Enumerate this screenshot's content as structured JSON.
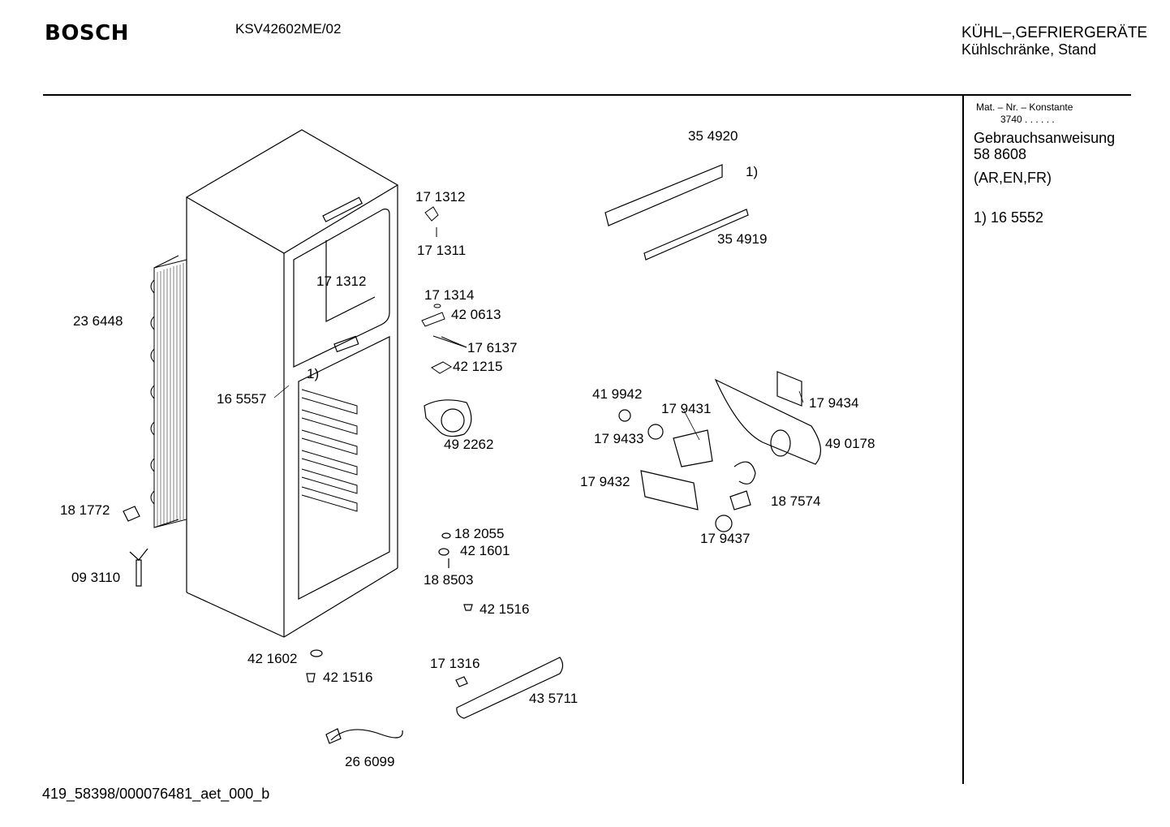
{
  "header": {
    "brand": "BOSCH",
    "model": "KSV42602ME/02",
    "category_line1": "KÜHL–,GEFRIERGERÄTE",
    "category_line2": "Kühlschränke, Stand"
  },
  "sidebar": {
    "mat_label": "Mat. – Nr. – Konstante",
    "mat_value": "3740 .  .   .  .  .  .",
    "manual_label": "Gebrauchsanweisung",
    "manual_number": "58 8608",
    "languages": "(AR,EN,FR)",
    "note": "1)  16 5552"
  },
  "parts": [
    {
      "id": "354920",
      "label": "35 4920"
    },
    {
      "id": "note1a",
      "label": "1)"
    },
    {
      "id": "354919",
      "label": "35 4919"
    },
    {
      "id": "171312a",
      "label": "17 1312"
    },
    {
      "id": "171311",
      "label": "17 1311"
    },
    {
      "id": "171312b",
      "label": "17 1312"
    },
    {
      "id": "171314",
      "label": "17 1314"
    },
    {
      "id": "420613",
      "label": "42 0613"
    },
    {
      "id": "176137",
      "label": "17 6137"
    },
    {
      "id": "421215",
      "label": "42 1215"
    },
    {
      "id": "236448",
      "label": "23 6448"
    },
    {
      "id": "note1b",
      "label": "1)"
    },
    {
      "id": "165557",
      "label": "16 5557"
    },
    {
      "id": "492262",
      "label": "49 2262"
    },
    {
      "id": "419942",
      "label": "41 9942"
    },
    {
      "id": "179431",
      "label": "17 9431"
    },
    {
      "id": "179434",
      "label": "17 9434"
    },
    {
      "id": "179433",
      "label": "17 9433"
    },
    {
      "id": "490178",
      "label": "49 0178"
    },
    {
      "id": "179432",
      "label": "17 9432"
    },
    {
      "id": "187574",
      "label": "18 7574"
    },
    {
      "id": "179437",
      "label": "17 9437"
    },
    {
      "id": "181772",
      "label": "18 1772"
    },
    {
      "id": "182055",
      "label": "18 2055"
    },
    {
      "id": "421601",
      "label": "42 1601"
    },
    {
      "id": "093110",
      "label": "09 3110"
    },
    {
      "id": "188503",
      "label": "18 8503"
    },
    {
      "id": "421516a",
      "label": "42 1516"
    },
    {
      "id": "421602",
      "label": "42 1602"
    },
    {
      "id": "421516b",
      "label": "42 1516"
    },
    {
      "id": "171316",
      "label": "17 1316"
    },
    {
      "id": "435711",
      "label": "43 5711"
    },
    {
      "id": "266099",
      "label": "26 6099"
    }
  ],
  "footer": {
    "code": "419_58398/000076481_aet_000_b"
  }
}
